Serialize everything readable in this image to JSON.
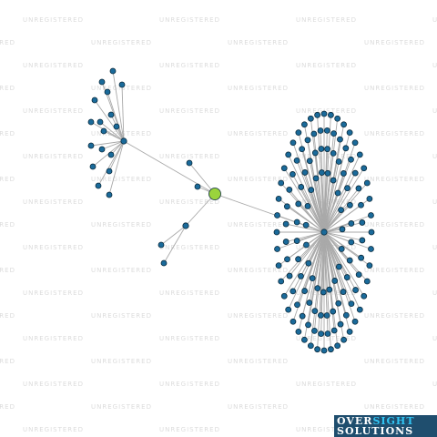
{
  "watermark": {
    "text": "UNREGISTERED"
  },
  "logo": {
    "line1_a": "OVER",
    "line1_b": "SIGHT",
    "line2": "SOLUTIONS"
  },
  "colors": {
    "background": "#ffffff",
    "edge": "#a9a9a9",
    "node_fill": "#1a6a9a",
    "node_stroke": "#0b2b3d",
    "focal_fill": "#9ad43c",
    "logo_bg": "#1f4e6e",
    "logo_accent": "#31c4f3"
  },
  "graph": {
    "type": "network",
    "focal_node": "center",
    "hubs": [
      "left-cluster-hub",
      "right-cluster-hub",
      "chain-node"
    ],
    "leaf_counts": {
      "left-cluster-hub": 17,
      "right-cluster-hub": 127,
      "center": 2,
      "chain": 2
    }
  }
}
